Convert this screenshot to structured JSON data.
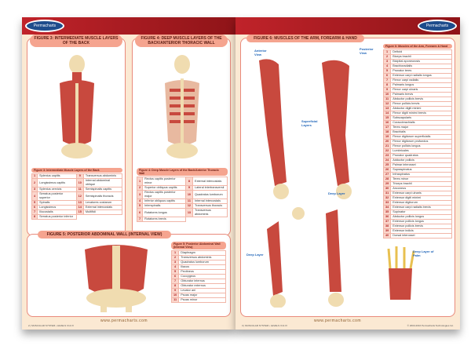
{
  "brand": "Permacharts",
  "left": {
    "fig3": {
      "title": "FIGURE 3: INTERMEDIATE MUSCLE LAYERS OF THE BACK",
      "legend_title": "Figure 3: Intermediate Muscle Layers of the Back",
      "items": [
        "Splenius capitis",
        "Longissimus capitis",
        "Splenius cervicis",
        "Serratus posterior superior",
        "Spinalis",
        "Longissimus",
        "Iliocostalis",
        "Serratus posterior inferior",
        "Transversus abdominis",
        "Internal abdominal oblique",
        "Semispinalis capitis",
        "Semispinalis thoracis",
        "Levatores costarum",
        "External intercostals",
        "Multifidi"
      ]
    },
    "fig4": {
      "title": "FIGURE 4: DEEP MUSCLE LAYERS OF THE BACK/ANTERIOR THORACIC WALL",
      "legend_title": "Figure 4: Deep Muscle Layers of the Back/Anterior Thoracic Wall",
      "items": [
        "Rectus capitis posterior minor",
        "Superior obliquus capitis",
        "Rectus capitis posterior major",
        "Inferior obliquus capitis",
        "Interspinalis",
        "Rotatores longus",
        "Rotatores brevis",
        "External intercostals",
        "Lateral intertransversii",
        "Quadratus lumborum",
        "Internal intercostals",
        "Transversus thoracis",
        "Transversus abdominis"
      ]
    },
    "fig5": {
      "title": "FIGURE 5: POSTERIOR ABDOMINAL WALL (INTERNAL VIEW)",
      "legend_title": "Figure 5: Posterior Abdominal Wall (Internal View)",
      "items": [
        "Diaphragm",
        "Transversus abdominis",
        "Quadratus lumborum",
        "Iliacus",
        "Pectineus",
        "Coccygeus",
        "Obturator internus",
        "Obturator externus",
        "Levator ani",
        "Psoas major",
        "Psoas minor"
      ]
    },
    "footer_url": "www.permacharts.com",
    "page_num": "2",
    "footer_note": "MUSCULAR SYSTEM • LEVELS III & IV"
  },
  "right": {
    "fig6": {
      "title": "FIGURE 6: MUSCLES OF THE ARM, FOREARM & HAND",
      "legend_title": "Figure 6: Muscles of the Arm, Forearm & Hand",
      "items": [
        "Deltoid",
        "Biceps brachii",
        "Bicipital aponeurosis",
        "Brachioradialis",
        "Pronator teres",
        "Extensor carpi radialis longus",
        "Flexor carpi radialis",
        "Palmaris longus",
        "Flexor carpi ulnaris",
        "Palmaris brevis",
        "Abductor pollicis brevis",
        "Flexor pollicis brevis",
        "Abductor digiti minimi",
        "Flexor digiti minimi brevis",
        "Subscapularis",
        "Coracobrachialis",
        "Teres major",
        "Brachialis",
        "Flexor digitorum superficialis",
        "Flexor digitorum profundus",
        "Flexor pollicis longus",
        "Lumbricales",
        "Pronator quadratus",
        "Adductor pollicis",
        "Palmar interossei",
        "Supraspinatus",
        "Infraspinatus",
        "Teres minor",
        "Triceps brachii",
        "Anconeus",
        "Extensor carpi ulnaris",
        "Extensor digiti minimi",
        "Extensor digitorum",
        "Extensor carpi radialis brevis",
        "Supinator",
        "Abductor pollicis longus",
        "Extensor pollicis longus",
        "Extensor pollicis brevis",
        "Extensor indicis",
        "Dorsal interossei"
      ]
    },
    "labels": {
      "anterior": "Anterior View",
      "posterior": "Posterior View",
      "superficial": "Superficial Layers",
      "deep1": "Deep Layer",
      "deep2": "Deep Layer",
      "palm": "Deep Layer of Palm"
    },
    "footer_url": "www.permacharts.com",
    "page_num": "3",
    "footer_note": "MUSCULAR SYSTEM • LEVELS III & IV",
    "copyright": "© 2003-2016 Permacharts Technologies Inc."
  },
  "colors": {
    "accent": "#c0232a",
    "panel_border": "#e98a7c",
    "title_bg": "#f5a48f",
    "muscle": "#c8493e",
    "bone": "#f0dcb0"
  }
}
